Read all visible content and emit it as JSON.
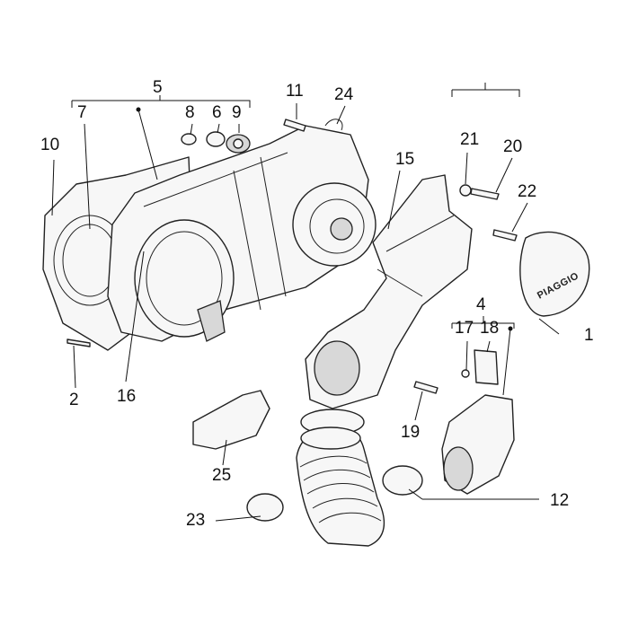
{
  "callouts": {
    "c1": "1",
    "c2": "2",
    "c4": "4",
    "c5": "5",
    "c6": "6",
    "c7": "7",
    "c8": "8",
    "c9": "9",
    "c10": "10",
    "c11": "11",
    "c12": "12",
    "c15": "15",
    "c16": "16",
    "c17": "17",
    "c18": "18",
    "c19": "19",
    "c20": "20",
    "c21": "21",
    "c22": "22",
    "c23": "23",
    "c24": "24",
    "c25": "25"
  },
  "logo_text": "PIAGGIO",
  "colors": {
    "line": "#222222",
    "fill": "#f7f7f7",
    "shade": "#d8d8d8",
    "background": "#ffffff"
  }
}
